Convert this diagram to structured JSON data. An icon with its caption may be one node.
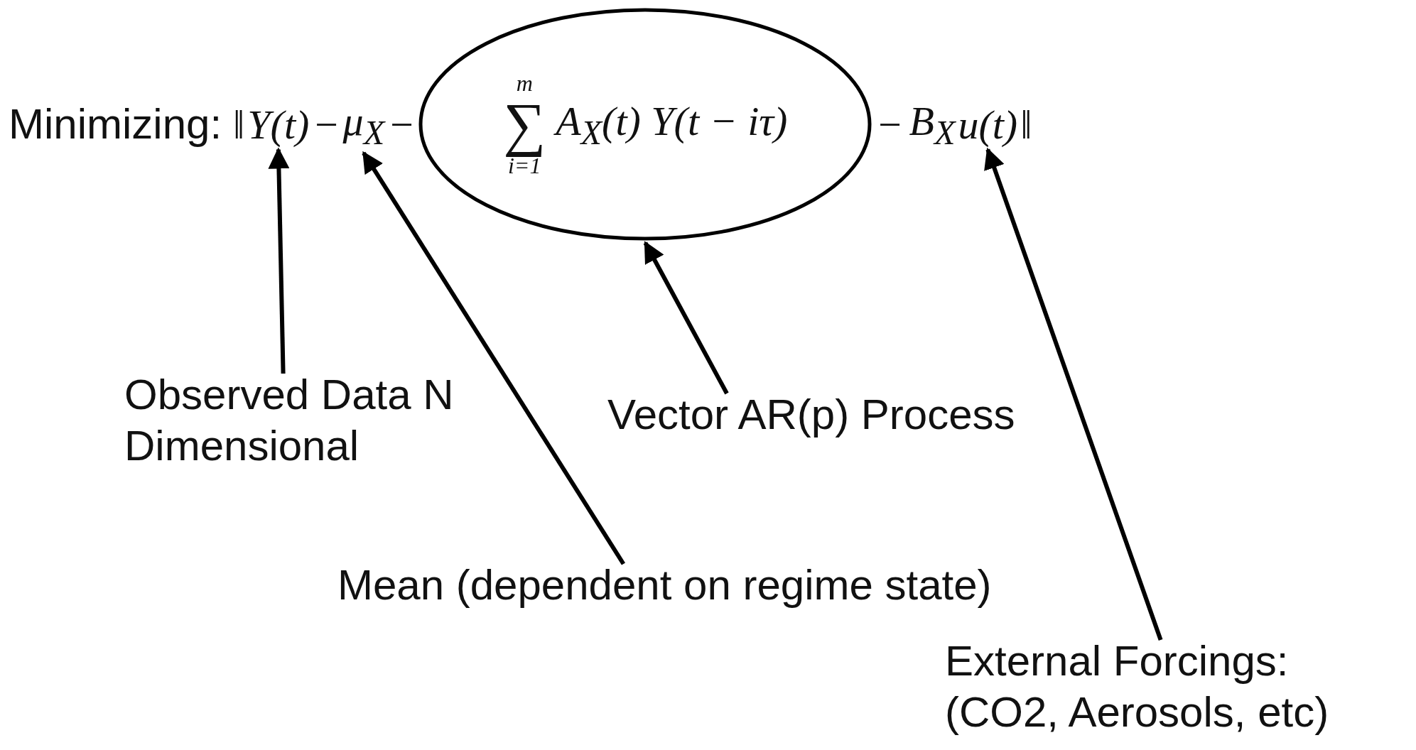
{
  "diagram": {
    "nodes": [
      {
        "text": [
          "Y(t)"
        ]
      },
      {
        "text": [
          "μ$_{X}$"
        ]
      },
      {
        "text": [
          "m",
          "∑",
          "i=1",
          "A$_{X}$(t) Y(t − iτ)"
        ]
      },
      {
        "text": [
          "u(t)"
        ]
      },
      {
        "text": [
          "Observed Data N Dimensional"
        ]
      },
      {
        "text": [
          "Vector AR(p) Process"
        ]
      },
      {
        "text": [
          "Mean (dependent on regime state)"
        ]
      },
      {
        "text": [
          "External Forcings: (CO2, Aerosols, etc)"
        ]
      }
    ],
    "edges": [
      {
        "from": 4,
        "to": 0,
        "arrow": "to"
      },
      {
        "from": 6,
        "to": 1,
        "arrow": "to"
      },
      {
        "from": 5,
        "to": 2,
        "arrow": "to"
      },
      {
        "from": 7,
        "to": 3,
        "arrow": "to"
      }
    ],
    "labels": [
      "Minimizing:",
      "‖",
      "−",
      "−",
      "−",
      "B$_{X}$",
      "‖"
    ]
  }
}
